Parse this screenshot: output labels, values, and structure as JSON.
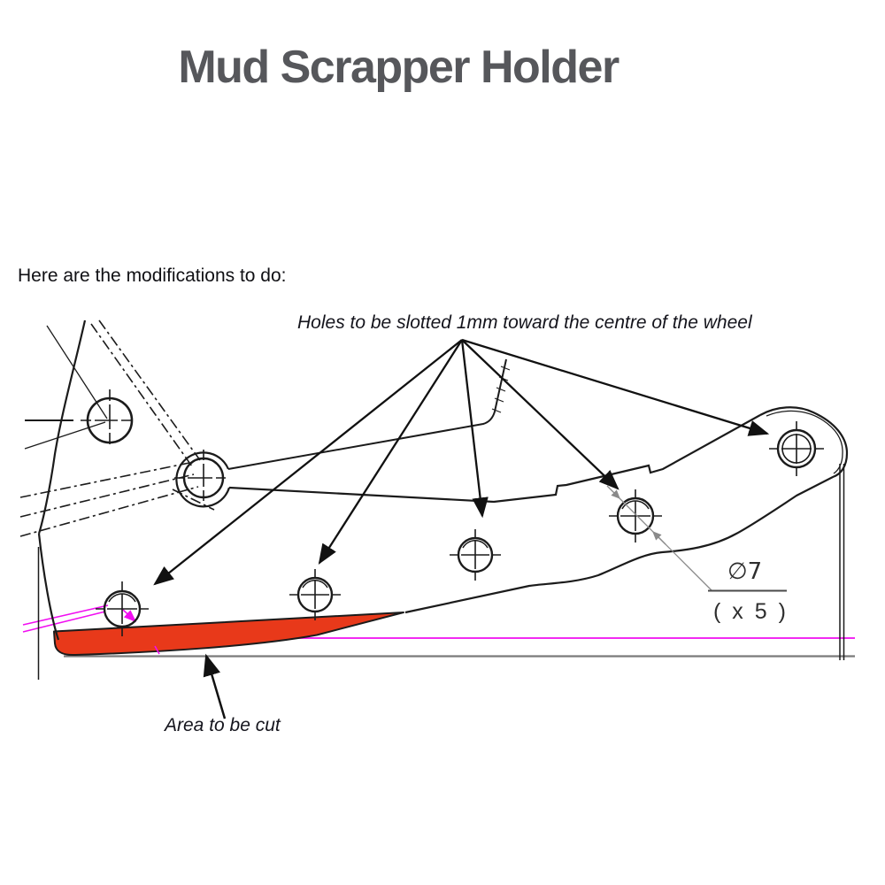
{
  "title": "Mud Scrapper Holder",
  "intro_text": "Here are the modifications to do:",
  "diagram": {
    "holes_annotation": "Holes to be slotted 1mm toward the centre of the wheel",
    "cut_area_annotation": "Area to be cut",
    "dimension": {
      "diameter_label": "∅7",
      "count_label": "( x 5 )"
    },
    "slotted_hole_count": 5,
    "colors": {
      "cut_area_fill": "#e8391a",
      "magenta_guide": "#f10df1",
      "outline": "#1b1b1b",
      "title_gray": "#56575b",
      "leader_gray": "#8a8a8a"
    }
  }
}
